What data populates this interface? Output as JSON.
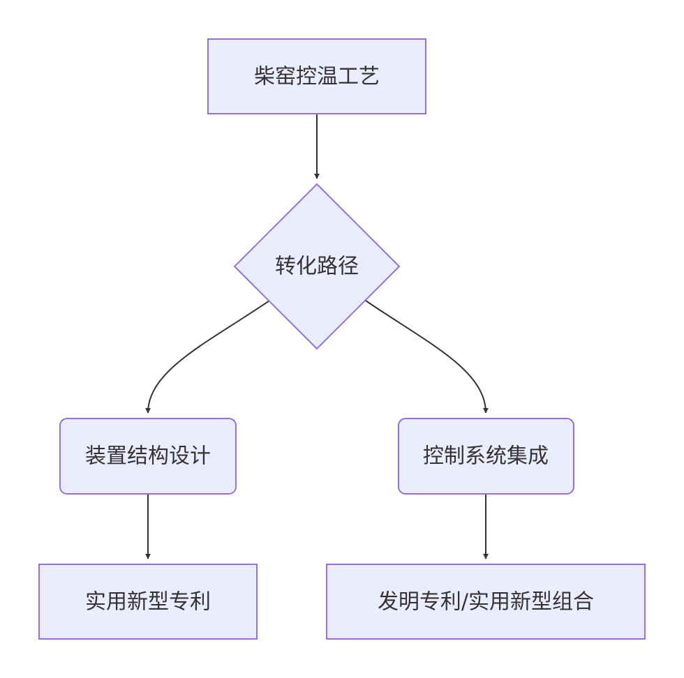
{
  "diagram": {
    "nodes": {
      "process": "柴窑控温工艺",
      "decision": "转化路径",
      "structure": "装置结构设计",
      "control": "控制系统集成",
      "utility_patent": "实用新型专利",
      "invention_combo": "发明专利/实用新型组合"
    }
  },
  "colors": {
    "node_fill": "#ececff",
    "node_stroke": "#9370db",
    "edge": "#333333",
    "text": "#333333"
  }
}
